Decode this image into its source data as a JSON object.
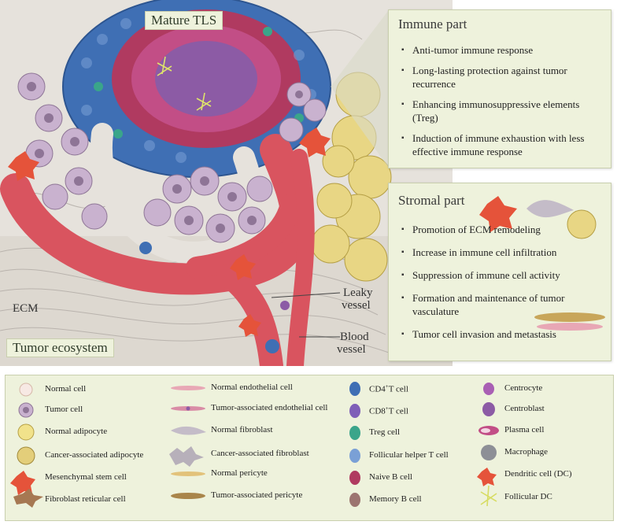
{
  "labels": {
    "mature_tls": "Mature TLS",
    "tumor_ecosystem": "Tumor ecosystem",
    "ecm": "ECM",
    "leaky_vessel_1": "Leaky",
    "leaky_vessel_2": "vessel",
    "blood_vessel_1": "Blood",
    "blood_vessel_2": "vessel"
  },
  "immune_part": {
    "title": "Immune part",
    "items": [
      "Anti-tumor immune response",
      "Long-lasting protection against tumor recurrence",
      "Enhancing immunosuppressive elements (Treg)",
      "Induction of immune exhaustion with less effective immune response"
    ]
  },
  "stromal_part": {
    "title": "Stromal part",
    "items": [
      "Promotion of ECM remodeling",
      "Increase in immune cell infiltration",
      "Suppression of immune cell activity",
      "Formation and maintenance of tumor vasculature",
      "Tumor cell invasion and metastasis"
    ]
  },
  "legend": {
    "col1": [
      "Normal cell",
      "Tumor cell",
      "Normal adipocyte",
      "Cancer-associated adipocyte",
      "Mesenchymal stem cell",
      "Fibroblast reticular cell"
    ],
    "col2": [
      "Normal endothelial cell",
      "Tumor-associated endothelial cell",
      "Normal fibroblast",
      "Cancer-associated fibroblast",
      "Normal pericyte",
      "Tumor-associated pericyte"
    ],
    "col3_cd4_prefix": "CD4",
    "col3_cd4_sup": "+",
    "col3_cd4_suffix": "T cell",
    "col3_cd8_prefix": "CD8",
    "col3_cd8_sup": "+",
    "col3_cd8_suffix": "T cell",
    "col3": [
      "Treg cell",
      "Follicular helper T cell",
      "Naive B cell",
      "Memory B cell"
    ],
    "col4": [
      "Centrocyte",
      "Centroblast",
      "Plasma cell",
      "Macrophage",
      "Dendritic cell (DC)",
      "Follicular DC"
    ]
  },
  "colors": {
    "panel_bg": "#eef2dc",
    "vessel": "#d9545f",
    "tumor_cell": "#c9b2cf",
    "adipocyte": "#e8d684",
    "t_cell_blue": "#3f6fb4",
    "b_cell_red": "#b03a60",
    "treg_green": "#3aa58a",
    "msc_orange": "#e5533a"
  }
}
